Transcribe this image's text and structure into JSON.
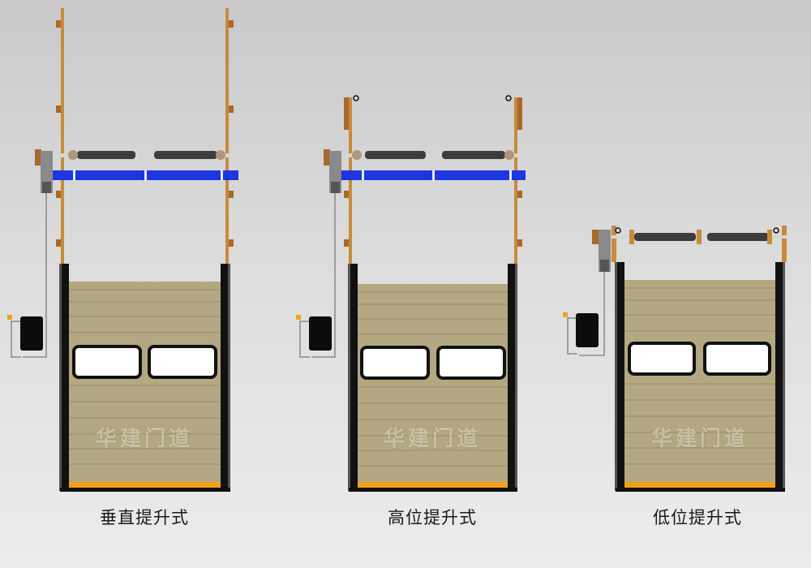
{
  "doors": [
    {
      "id": "vertical",
      "caption": "垂直提升式",
      "watermark": "华建门道"
    },
    {
      "id": "high",
      "caption": "高位提升式",
      "watermark": "华建门道"
    },
    {
      "id": "low",
      "caption": "低位提升式",
      "watermark": "华建门道"
    }
  ],
  "colors": {
    "panel": "#b3a882",
    "panel_line": "#9d936e",
    "frame": "#111111",
    "track": "#c98a3a",
    "shaft": "#1d36e0",
    "bottom_seal": "#f1a21a",
    "motor": "#8a8a8a",
    "control_box": "#0c0c0c",
    "window_glass": "#ffffff"
  }
}
